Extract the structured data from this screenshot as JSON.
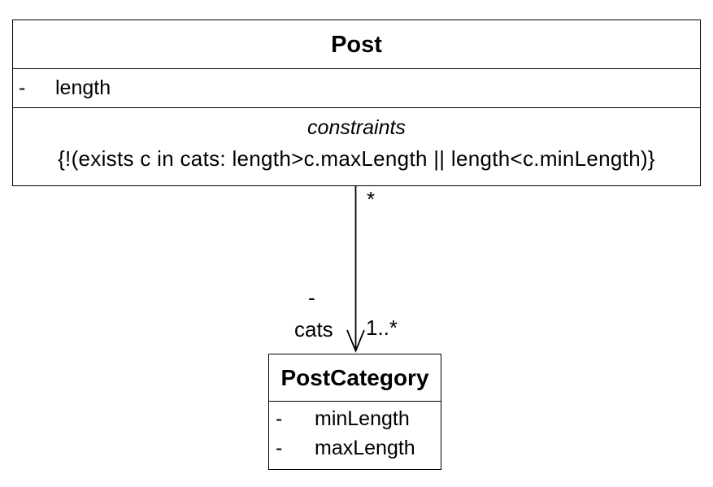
{
  "diagram": {
    "background_color": "#ffffff",
    "stroke_color": "#000000",
    "text_color": "#000000",
    "classes": {
      "post": {
        "title": "Post",
        "attributes": [
          {
            "visibility": "-",
            "name": "length"
          }
        ],
        "constraints_heading": "constraints",
        "constraint_expression": "{!(exists c in cats: length>c.maxLength || length<c.minLength)}"
      },
      "post_category": {
        "title": "PostCategory",
        "attributes": [
          {
            "visibility": "-",
            "name": "minLength"
          },
          {
            "visibility": "-",
            "name": "maxLength"
          }
        ]
      }
    },
    "association": {
      "from": "Post",
      "to": "PostCategory",
      "source_multiplicity": "*",
      "target_multiplicity": "1..*",
      "role_visibility": "-",
      "role_name": "cats"
    }
  }
}
